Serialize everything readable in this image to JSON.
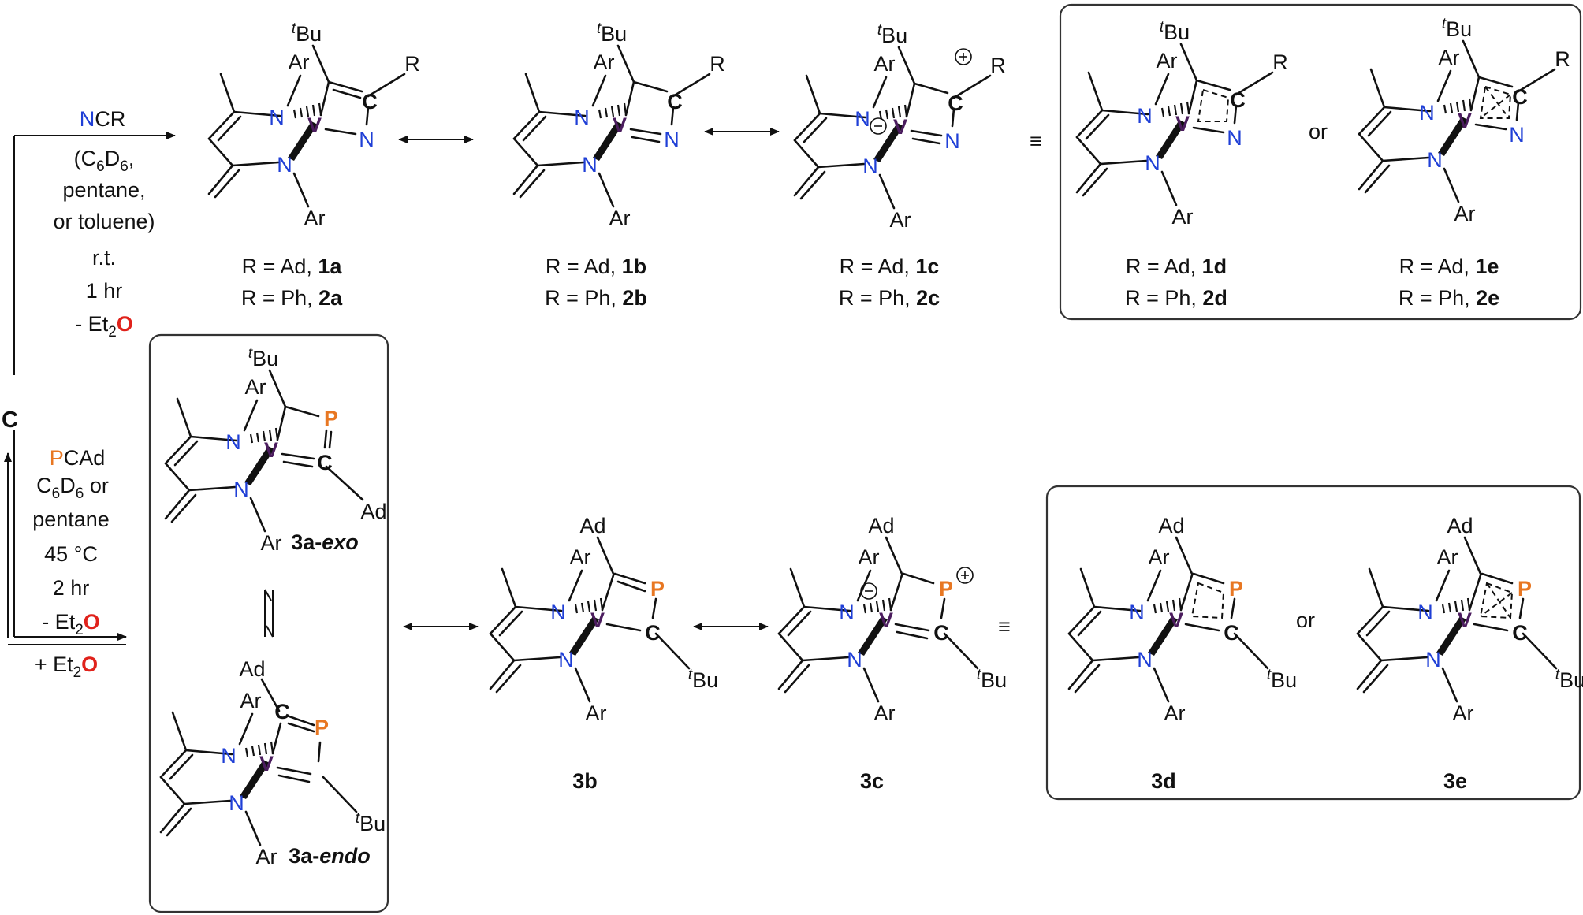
{
  "colors": {
    "N": "#1f3fd6",
    "V": "#4b1c5e",
    "P": "#e87722",
    "O": "#e0221b",
    "C": "#111111",
    "text": "#111111"
  },
  "atoms": {
    "N": "N",
    "V": "V",
    "C": "C",
    "P": "P",
    "Ar": "Ar",
    "Ad": "Ad",
    "R": "R",
    "tBu_sup": "t",
    "tBu_base": "Bu",
    "plus": "+",
    "minus": "−"
  },
  "start": {
    "label": "C"
  },
  "top_conditions": {
    "reagent_atom": "N",
    "reagent_rest": "CR",
    "solvent_line1_pre": "(C",
    "solvent_line1_s1": "6",
    "solvent_line1_mid": "D",
    "solvent_line1_s2": "6",
    "solvent_line1_post": ",",
    "solvent_line2": "pentane,",
    "solvent_line3": "or toluene)",
    "temp": "r.t.",
    "time": "1 hr",
    "loss_pre": "- Et",
    "loss_sub": "2",
    "loss_atom": "O"
  },
  "bottom_conditions": {
    "reagent_atom": "P",
    "reagent_rest": "CAd",
    "solvent_line1_pre": "C",
    "solvent_line1_s1": "6",
    "solvent_line1_mid": "D",
    "solvent_line1_s2": "6",
    "solvent_line1_post": " or",
    "solvent_line2": "pentane",
    "temp": "45 °C",
    "time": "2 hr",
    "loss_pre": "- Et",
    "loss_sub": "2",
    "loss_atom": "O",
    "reverse_pre": "+ Et",
    "reverse_sub": "2",
    "reverse_atom": "O"
  },
  "symbols": {
    "equiv": "≡",
    "or": "or"
  },
  "captions": {
    "c1a": {
      "pre": "R = Ad, ",
      "bold": "1a"
    },
    "c2a": {
      "pre": "R = Ph, ",
      "bold": "2a"
    },
    "c1b": {
      "pre": "R = Ad, ",
      "bold": "1b"
    },
    "c2b": {
      "pre": "R = Ph, ",
      "bold": "2b"
    },
    "c1c": {
      "pre": "R = Ad, ",
      "bold": "1c"
    },
    "c2c": {
      "pre": "R = Ph, ",
      "bold": "2c"
    },
    "c1d": {
      "pre": "R = Ad, ",
      "bold": "1d"
    },
    "c2d": {
      "pre": "R = Ph, ",
      "bold": "2d"
    },
    "c1e": {
      "pre": "R = Ad, ",
      "bold": "1e"
    },
    "c2e": {
      "pre": "R = Ph, ",
      "bold": "2e"
    }
  },
  "labels": {
    "exo_num": "3a-",
    "exo_it": "exo",
    "endo_num": "3a-",
    "endo_it": "endo",
    "l3b": "3b",
    "l3c": "3c",
    "l3d": "3d",
    "l3e": "3e"
  }
}
